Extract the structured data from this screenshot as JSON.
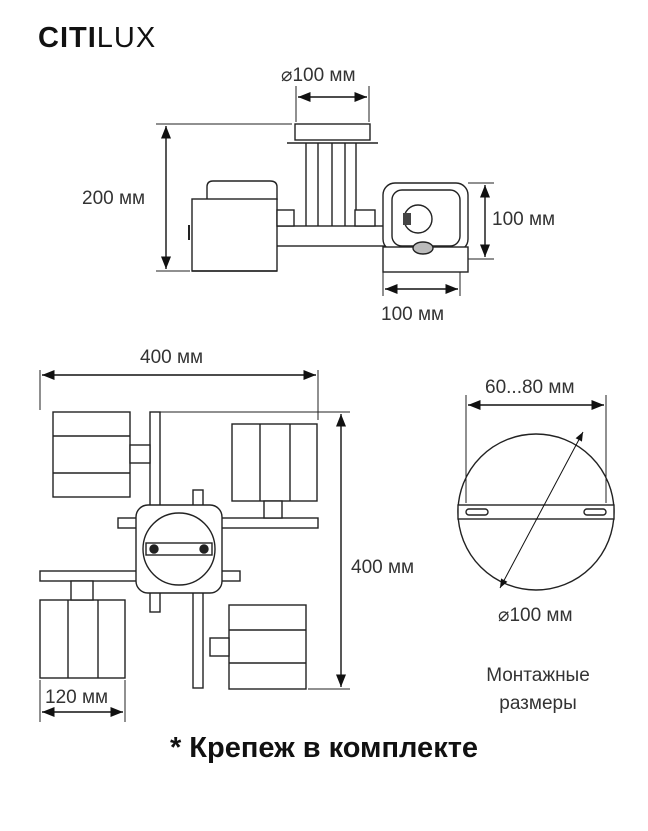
{
  "brand": {
    "part1": "CITI",
    "part2": "LUX"
  },
  "dimensions": {
    "top_diameter": "⌀100 мм",
    "height": "200 мм",
    "shade_height": "100 мм",
    "shade_width": "100 мм",
    "overall_width": "400 мм",
    "overall_depth": "400 мм",
    "shade_bottom_width": "120 мм",
    "mount_range": "60...80 мм",
    "mount_diameter": "⌀100 мм"
  },
  "mount_caption": {
    "line1": "Монтажные",
    "line2": "размеры"
  },
  "note": "* Крепеж в комплекте"
}
